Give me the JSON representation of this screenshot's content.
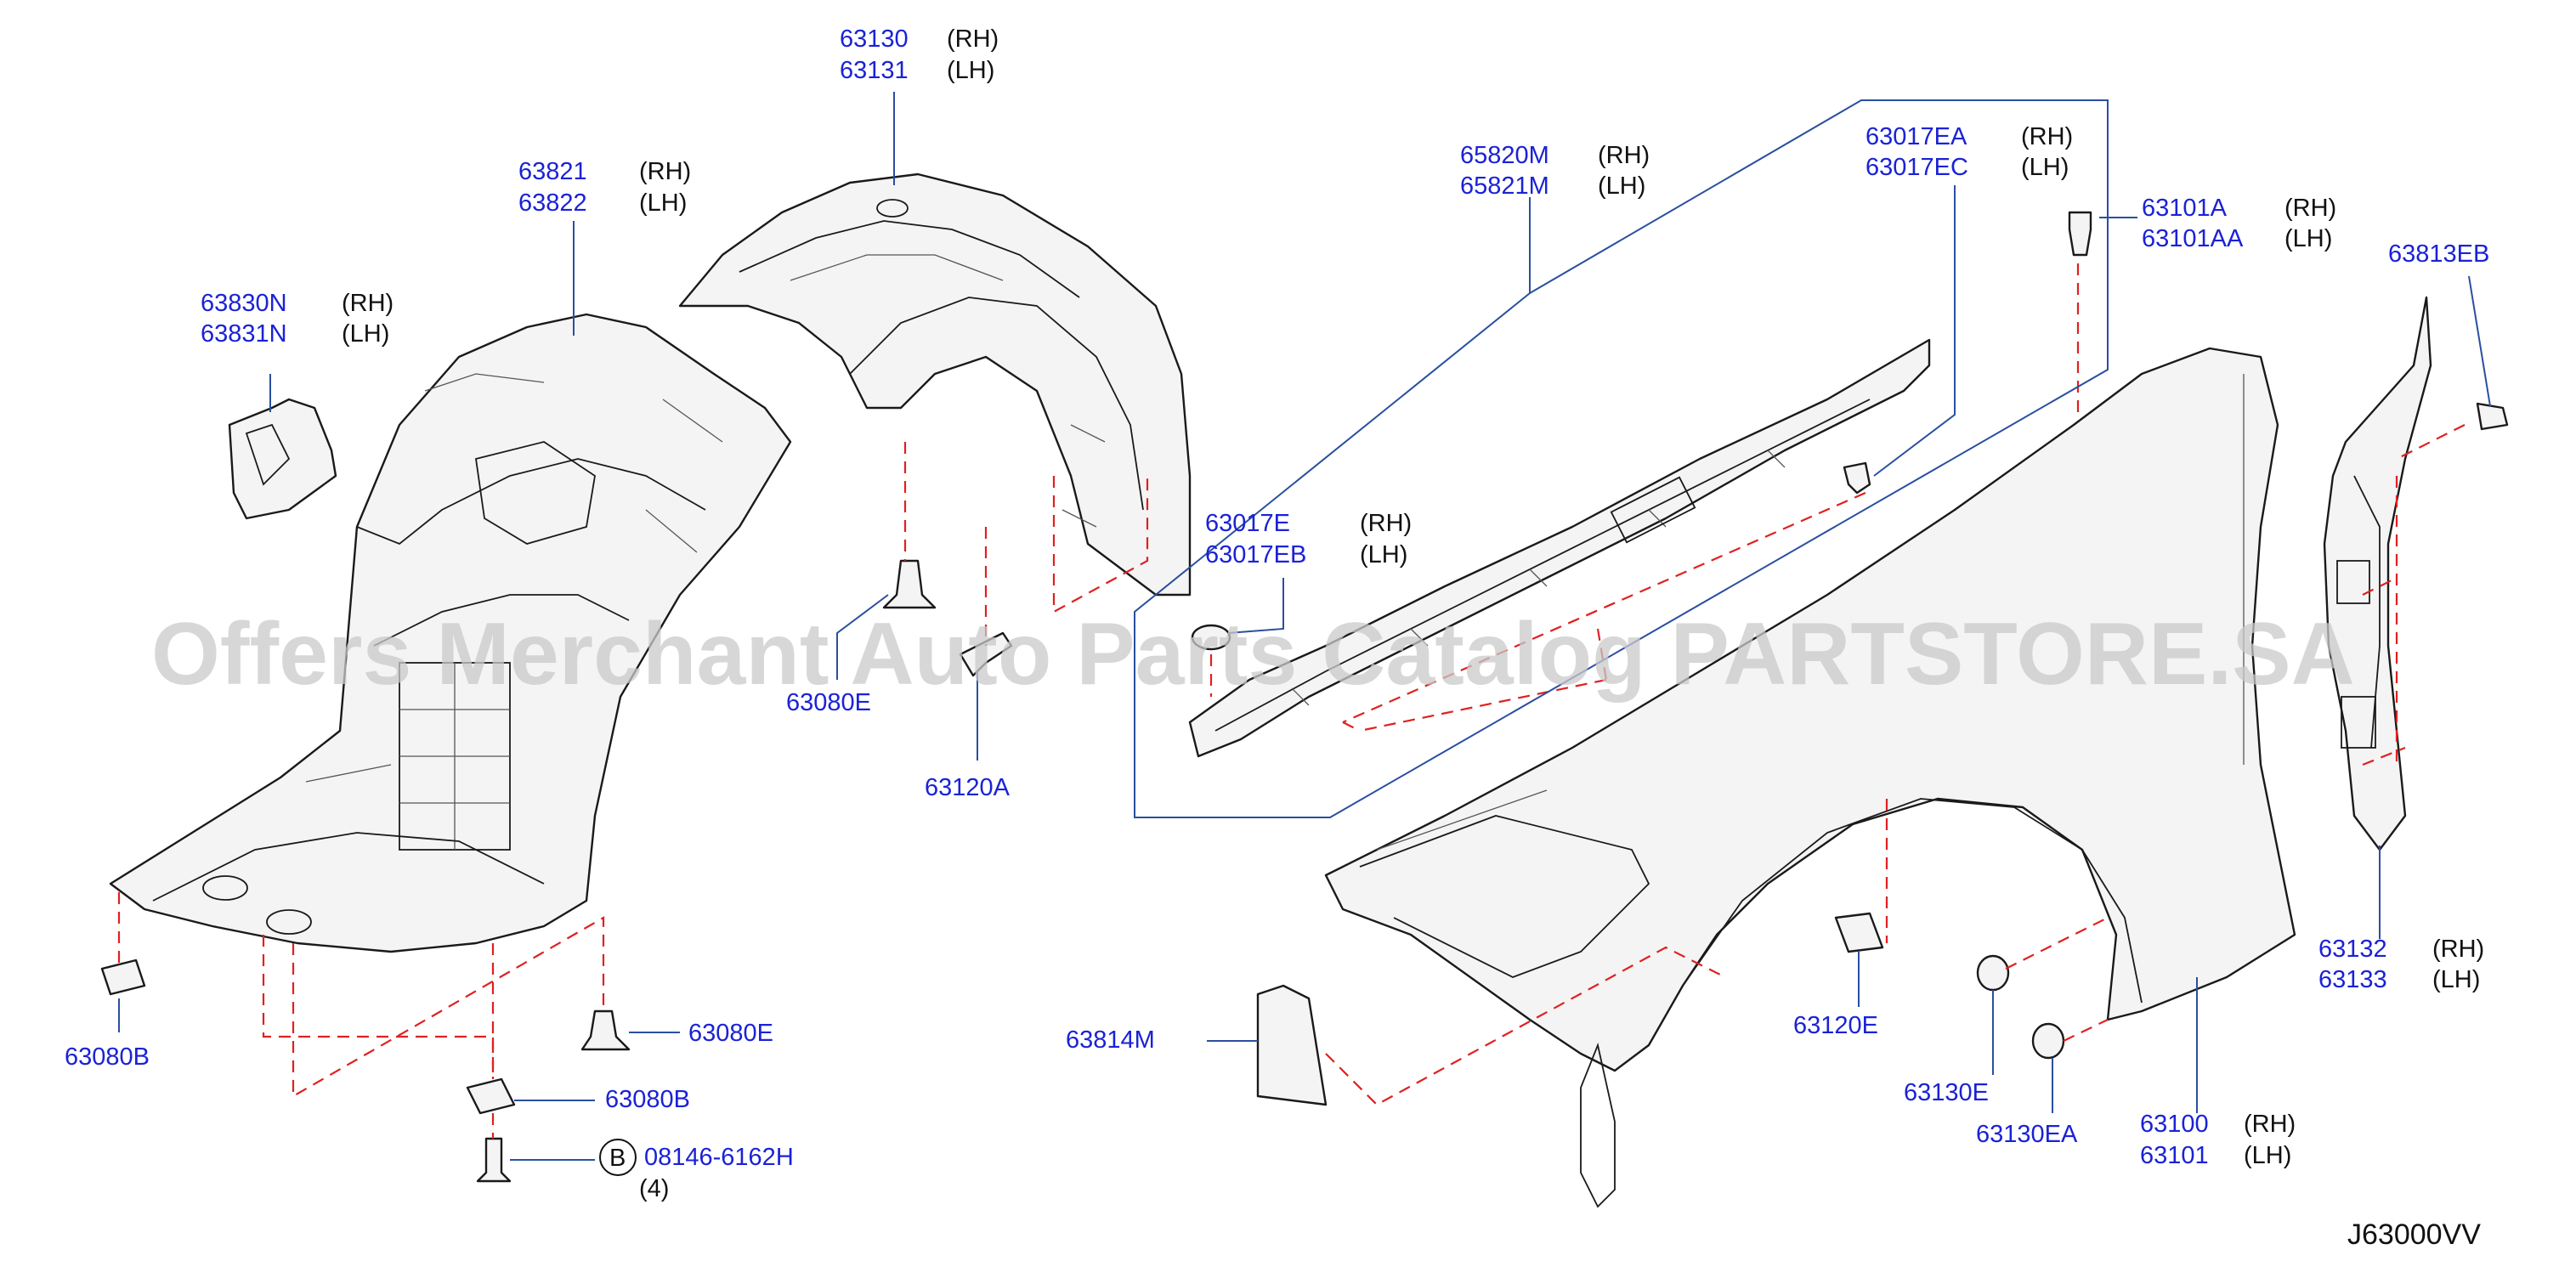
{
  "diagram_code": "J63000VV",
  "watermark": "Offers Merchant Auto Parts Catalog PARTSTORE.SA",
  "callouts": [
    {
      "id": "c63130",
      "part_numbers": [
        "63130",
        "63131"
      ],
      "sides": [
        "(RH)",
        "(LH)"
      ]
    },
    {
      "id": "c63821",
      "part_numbers": [
        "63821",
        "63822"
      ],
      "sides": [
        "(RH)",
        "(LH)"
      ]
    },
    {
      "id": "c63830",
      "part_numbers": [
        "63830N",
        "63831N"
      ],
      "sides": [
        "(RH)",
        "(LH)"
      ]
    },
    {
      "id": "c65820",
      "part_numbers": [
        "65820M",
        "65821M"
      ],
      "sides": [
        "(RH)",
        "(LH)"
      ]
    },
    {
      "id": "c63017EA",
      "part_numbers": [
        "63017EA",
        "63017EC"
      ],
      "sides": [
        "(RH)",
        "(LH)"
      ]
    },
    {
      "id": "c63101A",
      "part_numbers": [
        "63101A",
        "63101AA"
      ],
      "sides": [
        "(RH)",
        "(LH)"
      ]
    },
    {
      "id": "c63813EB",
      "part_numbers": [
        "63813EB"
      ],
      "sides": []
    },
    {
      "id": "c63017E",
      "part_numbers": [
        "63017E",
        "63017EB"
      ],
      "sides": [
        "(RH)",
        "(LH)"
      ]
    },
    {
      "id": "c63080E_top",
      "part_numbers": [
        "63080E"
      ],
      "sides": []
    },
    {
      "id": "c63120A",
      "part_numbers": [
        "63120A"
      ],
      "sides": []
    },
    {
      "id": "c63132",
      "part_numbers": [
        "63132",
        "63133"
      ],
      "sides": [
        "(RH)",
        "(LH)"
      ]
    },
    {
      "id": "c63080B_left",
      "part_numbers": [
        "63080B"
      ],
      "sides": []
    },
    {
      "id": "c63080E_bottom",
      "part_numbers": [
        "63080E"
      ],
      "sides": []
    },
    {
      "id": "c63080B_bottom",
      "part_numbers": [
        "63080B"
      ],
      "sides": []
    },
    {
      "id": "c08146",
      "part_numbers": [
        "08146-6162H"
      ],
      "sides": [],
      "circle_letter": "B",
      "quantity": "(4)"
    },
    {
      "id": "c63814M",
      "part_numbers": [
        "63814M"
      ],
      "sides": []
    },
    {
      "id": "c63120E",
      "part_numbers": [
        "63120E"
      ],
      "sides": []
    },
    {
      "id": "c63130E",
      "part_numbers": [
        "63130E"
      ],
      "sides": []
    },
    {
      "id": "c63130EA",
      "part_numbers": [
        "63130EA"
      ],
      "sides": []
    },
    {
      "id": "c63100",
      "part_numbers": [
        "63100",
        "63101"
      ],
      "sides": [
        "(RH)",
        "(LH)"
      ]
    }
  ],
  "colors": {
    "part_number": "#1a22d6",
    "side_text": "#111111",
    "leader_line": "#2a4fa0",
    "hidden_line": "#e02020",
    "watermark": "#c9c9c9"
  }
}
